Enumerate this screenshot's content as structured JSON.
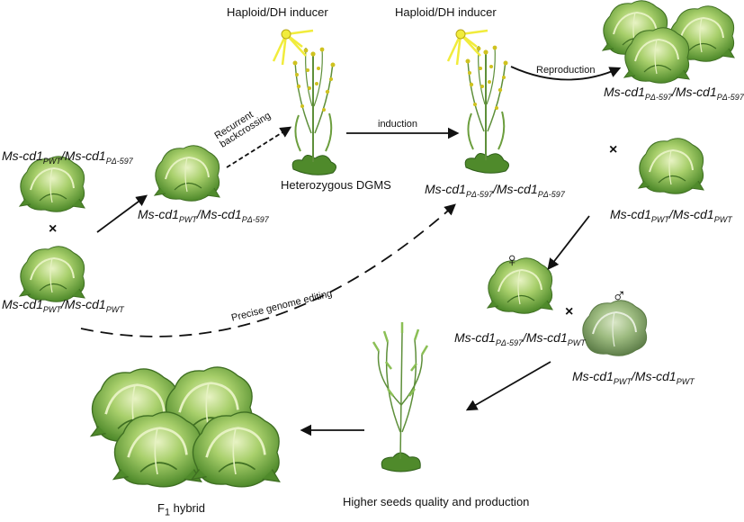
{
  "labels": {
    "inducer_1": "Haploid/DH inducer",
    "inducer_2": "Haploid/DH inducer",
    "heterozygous": "Heterozygous DGMS",
    "induction": "induction",
    "reproduction": "Reproduction",
    "recurrent": "Recurrent",
    "backcrossing": "backcrossing",
    "genome_editing": "Precise genome editing",
    "seeds": "Higher seeds quality and  production",
    "f1": "F",
    "f1_sub": "1",
    "f1_rest": " hybrid"
  },
  "genotypes": {
    "ms": "Ms-cd1",
    "pwt": "PWT",
    "pd": "PΔ-597",
    "sep": "/"
  },
  "symbols": {
    "cross": "×",
    "female": "♀",
    "male": "♂"
  },
  "colors": {
    "cabbage_light": "#b5d67a",
    "cabbage_dark": "#5f9a33",
    "cabbage_pale": "#9dbb80",
    "sun": "#f1ec3c",
    "flower": "#cfc21f",
    "arrow": "#111111"
  },
  "icons": [
    "cabbage-icon",
    "flowering-plant-icon",
    "sun-ray-icon",
    "seedpod-plant-icon"
  ]
}
